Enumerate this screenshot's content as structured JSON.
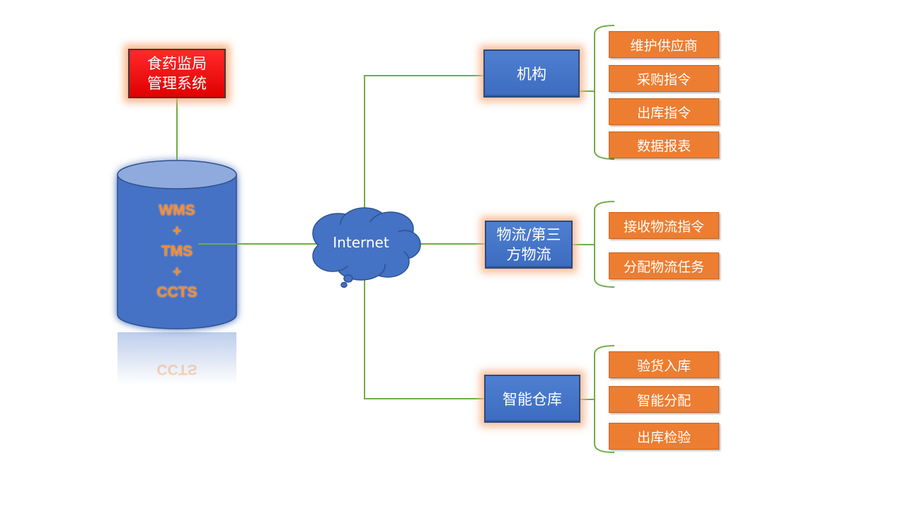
{
  "regulator": {
    "line1": "食药监局",
    "line2": "管理系统"
  },
  "database": {
    "labels": [
      "WMS",
      "+",
      "TMS",
      "+",
      "CCTS"
    ],
    "reflection_label": "CCTS",
    "color": "#4472c4",
    "glow_color": "#a6e07a"
  },
  "network": {
    "label": "Internet",
    "color": "#4472c4"
  },
  "branches": [
    {
      "label": "机构",
      "tasks": [
        "维护供应商",
        "采购指令",
        "出库指令",
        "数据报表"
      ]
    },
    {
      "label_line1": "物流/第三",
      "label_line2": "方物流",
      "tasks": [
        "接收物流指令",
        "分配物流任务"
      ]
    },
    {
      "label": "智能仓库",
      "tasks": [
        "验货入库",
        "智能分配",
        "出库检验"
      ]
    }
  ],
  "colors": {
    "regulator": "#ff0000",
    "node": "#4472c4",
    "task": "#ed7d31",
    "connector": "#70ad47"
  }
}
